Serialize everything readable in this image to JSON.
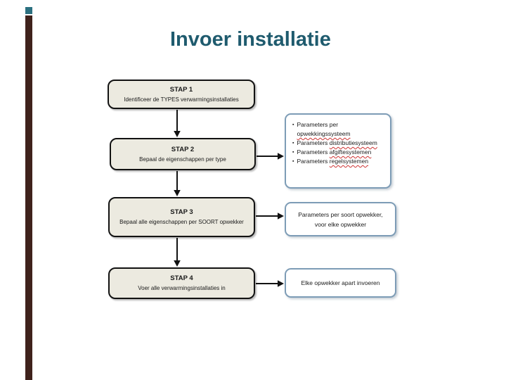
{
  "slide": {
    "title": "Invoer installatie"
  },
  "theme": {
    "title_color": "#1F5B6E",
    "accent_bar_color": "#3F221C",
    "accent_square_color": "#2B7080",
    "step_fill_color": "#ECEAE0",
    "step_border_color": "#121212",
    "note_border_color": "#7D9CB6",
    "spellcheck_underline_color": "#CC3333"
  },
  "icons": {
    "bullet": "▪"
  },
  "flow": {
    "steps": [
      {
        "title": "STAP 1",
        "body": "Identificeer de TYPES verwarmingsinstallaties"
      },
      {
        "title": "STAP 2",
        "body": "Bepaal de eigenschappen per type"
      },
      {
        "title": "STAP 3",
        "body": "Bepaal alle eigenschappen per SOORT opwekker"
      },
      {
        "title": "STAP 4",
        "body": "Voer alle verwarmingsinstallaties in"
      }
    ],
    "step2_note": {
      "items": [
        {
          "text": "Parameters per",
          "flagged": "opwekkingssysteem"
        },
        {
          "text": "Parameters",
          "flagged": "distributiesysteem"
        },
        {
          "text": "Parameters",
          "flagged": "afgiftesystemen"
        },
        {
          "text": "Parameters",
          "flagged": "regelsystemen"
        }
      ]
    },
    "step3_note": {
      "line1": "Parameters per soort opwekker,",
      "line2": "voor elke opwekker"
    },
    "step4_note": {
      "text": "Elke opwekker apart invoeren"
    }
  }
}
